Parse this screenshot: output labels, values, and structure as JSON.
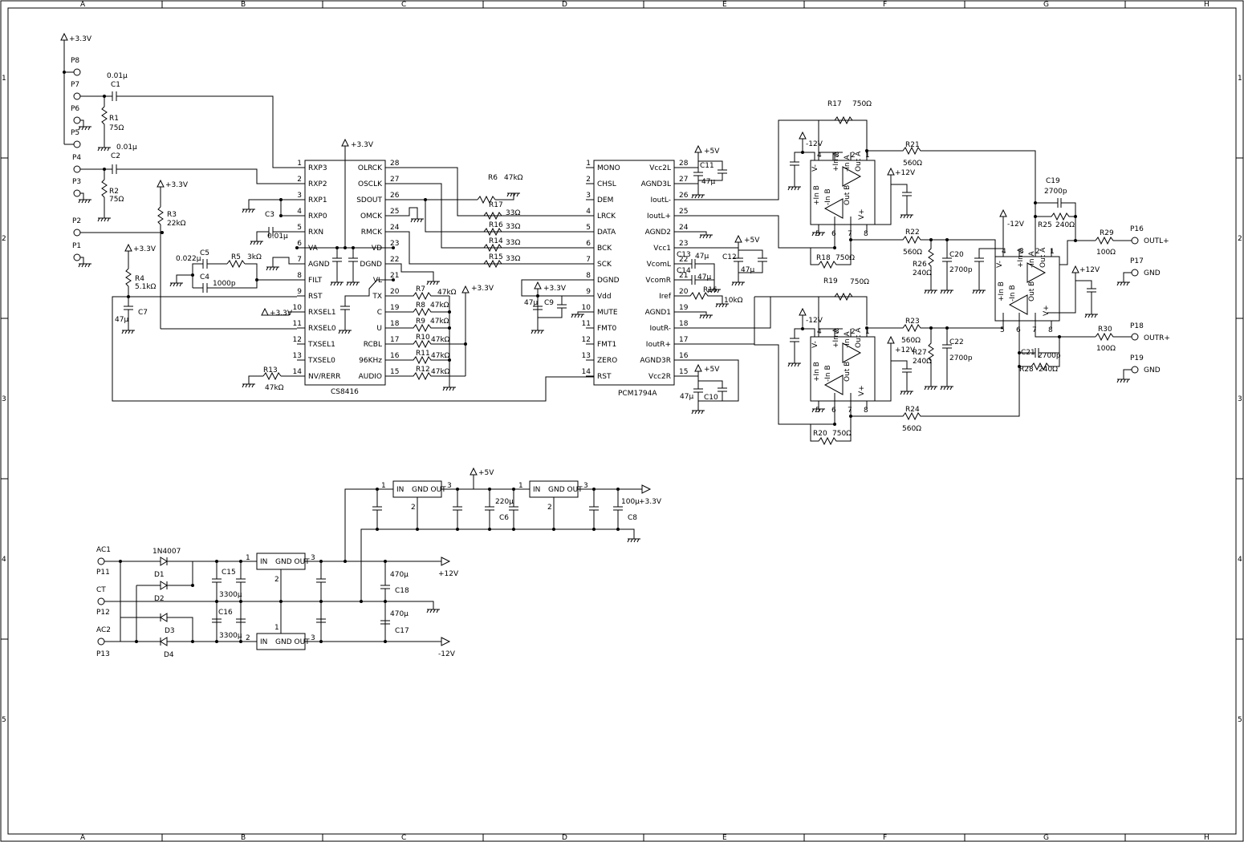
{
  "frame": {
    "columns": [
      "A",
      "B",
      "C",
      "D",
      "E",
      "F",
      "G",
      "H"
    ],
    "rows": [
      "1",
      "2",
      "3",
      "4",
      "5"
    ]
  },
  "ics": {
    "cs8416": {
      "name": "CS8416",
      "left_pins": [
        {
          "num": "1",
          "name": "RXP3"
        },
        {
          "num": "2",
          "name": "RXP2"
        },
        {
          "num": "3",
          "name": "RXP1"
        },
        {
          "num": "4",
          "name": "RXP0"
        },
        {
          "num": "5",
          "name": "RXN"
        },
        {
          "num": "6",
          "name": "VA"
        },
        {
          "num": "7",
          "name": "AGND"
        },
        {
          "num": "8",
          "name": "FILT"
        },
        {
          "num": "9",
          "name": "RST"
        },
        {
          "num": "10",
          "name": "RXSEL1"
        },
        {
          "num": "11",
          "name": "RXSEL0"
        },
        {
          "num": "12",
          "name": "TXSEL1"
        },
        {
          "num": "13",
          "name": "TXSEL0"
        },
        {
          "num": "14",
          "name": "NV/RERR"
        }
      ],
      "right_pins": [
        {
          "num": "28",
          "name": "OLRCK"
        },
        {
          "num": "27",
          "name": "OSCLK"
        },
        {
          "num": "26",
          "name": "SDOUT"
        },
        {
          "num": "25",
          "name": "OMCK"
        },
        {
          "num": "24",
          "name": "RMCK"
        },
        {
          "num": "23",
          "name": "VD"
        },
        {
          "num": "22",
          "name": "DGND"
        },
        {
          "num": "21",
          "name": "VL"
        },
        {
          "num": "20",
          "name": "TX"
        },
        {
          "num": "19",
          "name": "C"
        },
        {
          "num": "18",
          "name": "U"
        },
        {
          "num": "17",
          "name": "RCBL"
        },
        {
          "num": "16",
          "name": "96KHz"
        },
        {
          "num": "15",
          "name": "AUDIO"
        }
      ]
    },
    "pcm1794a": {
      "name": "PCM1794A",
      "left_pins": [
        {
          "num": "1",
          "name": "MONO"
        },
        {
          "num": "2",
          "name": "CHSL"
        },
        {
          "num": "3",
          "name": "DEM"
        },
        {
          "num": "4",
          "name": "LRCK"
        },
        {
          "num": "5",
          "name": "DATA"
        },
        {
          "num": "6",
          "name": "BCK"
        },
        {
          "num": "7",
          "name": "SCK"
        },
        {
          "num": "8",
          "name": "DGND"
        },
        {
          "num": "9",
          "name": "Vdd"
        },
        {
          "num": "10",
          "name": "MUTE"
        },
        {
          "num": "11",
          "name": "FMT0"
        },
        {
          "num": "12",
          "name": "FMT1"
        },
        {
          "num": "13",
          "name": "ZERO"
        },
        {
          "num": "14",
          "name": "RST"
        }
      ],
      "right_pins": [
        {
          "num": "28",
          "name": "Vcc2L"
        },
        {
          "num": "27",
          "name": "AGND3L"
        },
        {
          "num": "26",
          "name": "IoutL-"
        },
        {
          "num": "25",
          "name": "IoutL+"
        },
        {
          "num": "24",
          "name": "AGND2"
        },
        {
          "num": "23",
          "name": "Vcc1"
        },
        {
          "num": "22",
          "name": "VcomL"
        },
        {
          "num": "21",
          "name": "VcomR"
        },
        {
          "num": "20",
          "name": "Iref"
        },
        {
          "num": "19",
          "name": "AGND1"
        },
        {
          "num": "18",
          "name": "IoutR-"
        },
        {
          "num": "17",
          "name": "IoutR+"
        },
        {
          "num": "16",
          "name": "AGND3R"
        },
        {
          "num": "15",
          "name": "Vcc2R"
        }
      ]
    },
    "opamp_pins": {
      "in_plus_a": "+In A",
      "in_minus_a": "-In A",
      "out_a": "Out A",
      "in_plus_b": "+In B",
      "in_minus_b": "-In B",
      "out_b": "Out B",
      "v_minus": "V-",
      "v_plus": "V+",
      "n1": "1",
      "n2": "2",
      "n3": "3",
      "n4": "4",
      "n5": "5",
      "n6": "6",
      "n7": "7",
      "n8": "8"
    },
    "regulator": {
      "in": "IN",
      "gnd_out": "GND OUT",
      "out": "OUT"
    }
  },
  "connectors": {
    "p8": "P8",
    "p7": "P7",
    "p6": "P6",
    "p5": "P5",
    "p4": "P4",
    "p3": "P3",
    "p2": "P2",
    "p1": "P1",
    "p16": "P16",
    "p17": "P17",
    "p18": "P18",
    "p19": "P19",
    "outl": "OUTL+",
    "gnd1": "GND",
    "outr": "OUTR+",
    "gnd2": "GND",
    "ac1": "AC1",
    "p11": "P11",
    "ct": "CT",
    "p12": "P12",
    "ac2": "AC2",
    "p13": "P13"
  },
  "rails": {
    "v33": "+3.3V",
    "v5": "+5V",
    "vp12": "+12V",
    "vm12": "-12V"
  },
  "components": {
    "c1": "C1",
    "c1_val": "0.01µ",
    "c2": "C2",
    "c2_val": "0.01µ",
    "r1": "R1",
    "r1_val": "75Ω",
    "r2": "R2",
    "r2_val": "75Ω",
    "r3": "R3",
    "r3_val": "22kΩ",
    "r4": "R4",
    "r4_val": "5.1kΩ",
    "c3": "C3",
    "c3_val": "0.01µ",
    "c5": "C5",
    "c5_val": "0.022µ",
    "r5": "R5",
    "r5_val": "3kΩ",
    "c4": "C4",
    "c4_val": "1000p",
    "c7": "C7",
    "c7_val": "47µ",
    "r13": "R13",
    "r13_val": "47kΩ",
    "r6": "R6",
    "r6_val": "47kΩ",
    "r17a": "R17",
    "r16": "R16",
    "r14": "R14",
    "r15": "R15",
    "r33": "33Ω",
    "r7": "R7",
    "r8": "R8",
    "r9": "R9",
    "r10": "R10",
    "r11": "R11",
    "r12": "R12",
    "r47k": "47kΩ",
    "c9": "C9",
    "c9_val": "47µ",
    "c11": "C11",
    "c11_val": "47µ",
    "c12": "C12",
    "c12_val": "47µ",
    "c13": "C13",
    "c13_val": "47µ",
    "c14": "C14",
    "c14_val": "47µ",
    "r16b": "R16",
    "r16b_val": "10kΩ",
    "c10": "C10",
    "c10_val": "47µ",
    "r17": "R17",
    "r18": "R18",
    "r19": "R19",
    "r20": "R20",
    "r750": "750Ω",
    "r21": "R21",
    "r22": "R22",
    "r23": "R23",
    "r24": "R24",
    "r560": "560Ω",
    "r26": "R26",
    "r27": "R27",
    "r25": "R25",
    "r28": "R28",
    "r240": "240Ω",
    "c19": "C19",
    "c20": "C20",
    "c21": "C21",
    "c22": "C22",
    "c2700": "2700p",
    "r29": "R29",
    "r30": "R30",
    "r100": "100Ω",
    "c6": "C6",
    "c6_val": "220µ",
    "c8": "C8",
    "c8_val": "100µ",
    "d1": "D1",
    "d2": "D2",
    "d3": "D3",
    "d4": "D4",
    "d_type": "1N4007",
    "c15": "C15",
    "c16": "C16",
    "c3300": "3300µ",
    "c17": "C17",
    "c18": "C18",
    "c470": "470µ"
  }
}
